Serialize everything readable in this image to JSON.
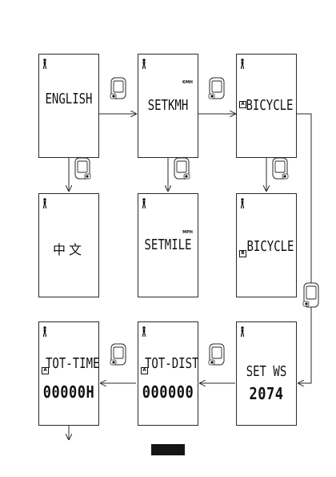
{
  "screens": {
    "english": {
      "text": "ENGLISH"
    },
    "setkmh": {
      "text": "SETKMH",
      "unit": "KMH"
    },
    "bicycle_a": {
      "text": "BICYCLE",
      "mark": "A"
    },
    "chinese": {
      "text": "中文"
    },
    "setmile": {
      "text": "SETMILE",
      "unit": "MPH"
    },
    "bicycle_b": {
      "text": "BICYCLE",
      "mark": "B"
    },
    "setws": {
      "text": "SET WS",
      "value": "2074"
    },
    "totdist": {
      "text": "TOT-DIST",
      "value": "000000",
      "mark": "A"
    },
    "tottime": {
      "text": "TOT-TIME",
      "value": "00000H",
      "mark": "A"
    }
  },
  "icons": {
    "rider": "cyclist-icon",
    "device": "bike-computer-icon",
    "arrow": "arrow-icon"
  },
  "colors": {
    "line": "#2a2a2a",
    "accent": "#151515"
  }
}
